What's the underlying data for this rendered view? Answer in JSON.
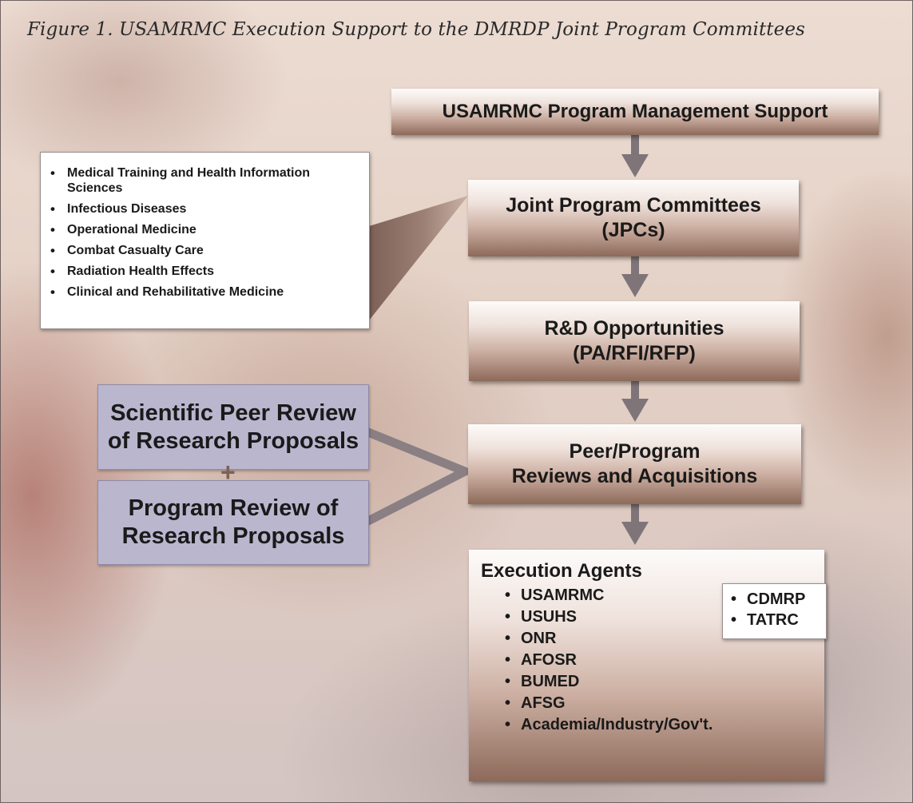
{
  "caption": "Figure 1.  USAMRMC Execution Support to the DMRDP Joint Program Committees",
  "boxes": {
    "pm_support": "USAMRMC Program Management Support",
    "jpc": {
      "line1": "Joint Program Committees",
      "line2": "(JPCs)"
    },
    "rd": {
      "line1": "R&D Opportunities",
      "line2": "(PA/RFI/RFP)"
    },
    "review": {
      "line1": "Peer/Program",
      "line2": "Reviews and Acquisitions"
    },
    "agents": {
      "title": "Execution Agents",
      "items": [
        "USAMRMC",
        "USUHS",
        "ONR",
        "AFOSR",
        "BUMED",
        "AFSG",
        "Academia/Industry/Gov't."
      ]
    },
    "usamrmc_sub": [
      "CDMRP",
      "TATRC"
    ],
    "peer_review": {
      "line1": "Scientific Peer Review",
      "line2": "of Research Proposals"
    },
    "plus": "+",
    "program_review": {
      "line1": "Program Review of",
      "line2": "Research Proposals"
    }
  },
  "jpc_list": [
    "Medical Training and Health Information Sciences",
    "Infectious Diseases",
    "Operational Medicine",
    "Combat Casualty Care",
    "Radiation Health Effects",
    "Clinical and Rehabilitative Medicine"
  ]
}
